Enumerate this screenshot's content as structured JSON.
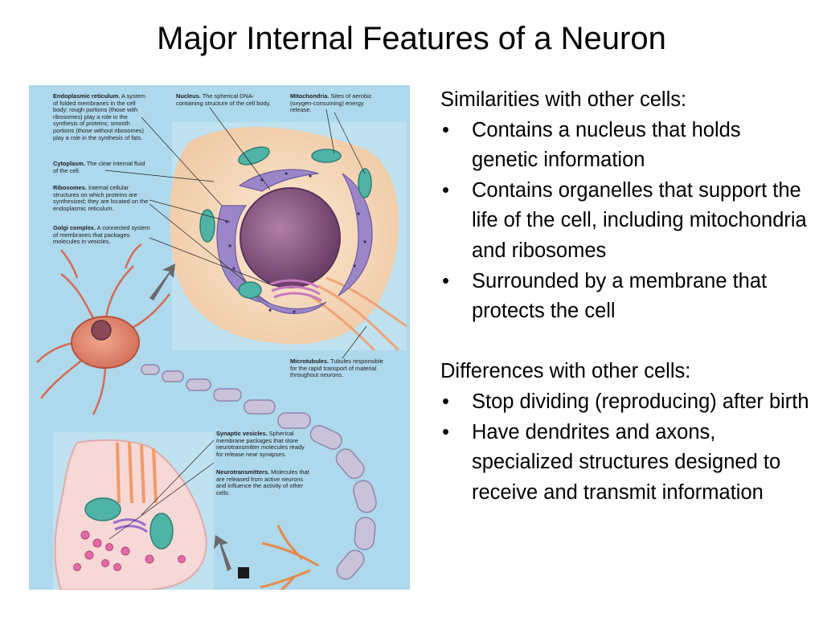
{
  "title": "Major Internal Features of a Neuron",
  "figure": {
    "labels": {
      "er": {
        "term": "Endoplasmic reticulum.",
        "desc": " A system of folded membranes in the cell body; rough portions (those with ribosomes) play a role in the synthesis of proteins; smooth portions (those without ribosomes) play a role in the synthesis of fats."
      },
      "nucleus": {
        "term": "Nucleus.",
        "desc": " The spherical DNA-containing structure of the cell body."
      },
      "mitochondria": {
        "term": "Mitochondria.",
        "desc": " Sites of aerobic (oxygen-consuming) energy release."
      },
      "cytoplasm": {
        "term": "Cytoplasm.",
        "desc": " The clear internal fluid of the cell."
      },
      "ribosomes": {
        "term": "Ribosomes.",
        "desc": " Internal cellular structures on which proteins are synthesized; they are located on the endoplasmic reticulum."
      },
      "golgi": {
        "term": "Golgi complex.",
        "desc": " A connected system of membranes that packages molecules in vesicles."
      },
      "microtubules": {
        "term": "Microtubules.",
        "desc": " Tubules responsible for the rapid transport of material throughout neurons."
      },
      "vesicles": {
        "term": "Synaptic vesicles.",
        "desc": " Spherical membrane packages that store neurotransmitter molecules ready for release near synapses."
      },
      "neurotransmitters": {
        "term": "Neurotransmitters.",
        "desc": " Molecules that are released from active neurons and influence the activity of other cells."
      }
    }
  },
  "similarities": {
    "heading": "Similarities with other cells:",
    "bullet": "•",
    "items": [
      "Contains a nucleus that holds genetic information",
      "Contains organelles that support the life of the cell, including mitochondria and ribosomes",
      "Surrounded by a membrane that protects the cell"
    ]
  },
  "differences": {
    "heading": "Differences with other cells:",
    "bullet": "•",
    "items": [
      "Stop dividing (reproducing) after birth",
      "Have dendrites and axons, specialized structures designed to receive and transmit information"
    ]
  },
  "colors": {
    "figure_bg": "#aed8ec",
    "cell_body": "#f3d9bd",
    "nucleus": "#8a5a86",
    "er": "#9b86c8",
    "mitochondria": "#4fb3a6",
    "axon": "#c9c3da",
    "neuron": "#e58c76"
  }
}
